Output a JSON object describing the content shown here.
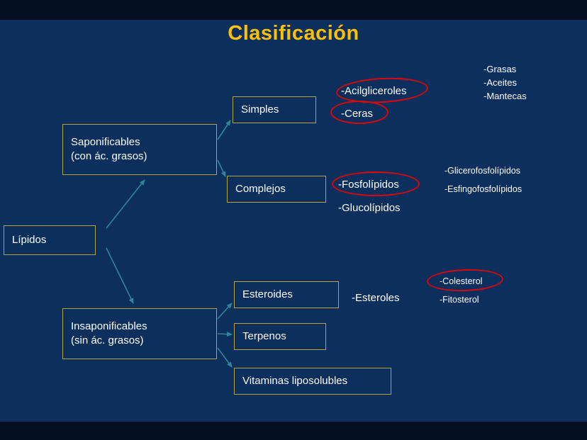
{
  "slide": {
    "title": "Clasificación"
  },
  "nodes": {
    "lipidos": {
      "label": "Lípidos"
    },
    "saponificables": {
      "line1": "Saponificables",
      "line2": "(con ác. grasos)"
    },
    "insaponificables": {
      "line1": "Insaponificables",
      "line2": "(sin ác. grasos)"
    },
    "simples": {
      "label": "Simples"
    },
    "complejos": {
      "label": "Complejos"
    },
    "esteroides": {
      "label": "Esteroides"
    },
    "terpenos": {
      "label": "Terpenos"
    },
    "vitaminas_liposolubles": {
      "label": "Vitaminas liposolubles"
    }
  },
  "annotations": {
    "simples_items": {
      "acilgliceroles": "-Acilgliceroles",
      "ceras": "-Ceras"
    },
    "acilgliceroles_examples": {
      "grasas": "-Grasas",
      "aceites": "-Aceites",
      "mantecas": "-Mantecas"
    },
    "complejos_items": {
      "fosfolipidos": "-Fosfolípidos",
      "glucolipidos": "-Glucolípidos"
    },
    "fosfolipidos_examples": {
      "glicerofosfolipidos": "-Glicerofosfolípidos",
      "esfingofosfolipidos": "-Esfingofosfolípidos"
    },
    "esteroides_items": {
      "esteroles": "-Esteroles"
    },
    "esteroles_examples": {
      "colesterol": "-Colesterol",
      "fitosterol": "-Fitosterol"
    }
  },
  "colors": {
    "background": "#0c2f5e",
    "band": "#041021",
    "title": "#ffc000",
    "box_border": "#b2a43c",
    "text": "#ffffff",
    "arrow": "#31859b",
    "highlight": "#dd0806"
  }
}
